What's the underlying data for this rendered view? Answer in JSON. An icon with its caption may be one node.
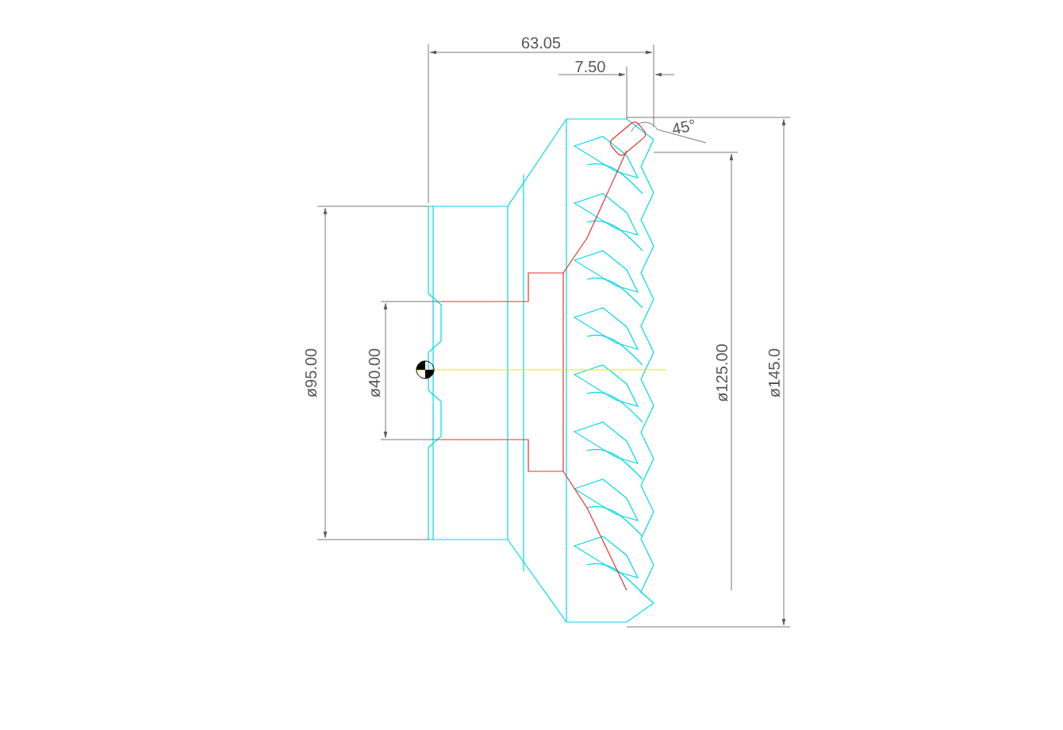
{
  "diagram": {
    "labels": [
      "63.05",
      "7.50",
      "45°",
      "ø95.00",
      "ø40.00",
      "ø125.00",
      "ø145.0"
    ]
  }
}
